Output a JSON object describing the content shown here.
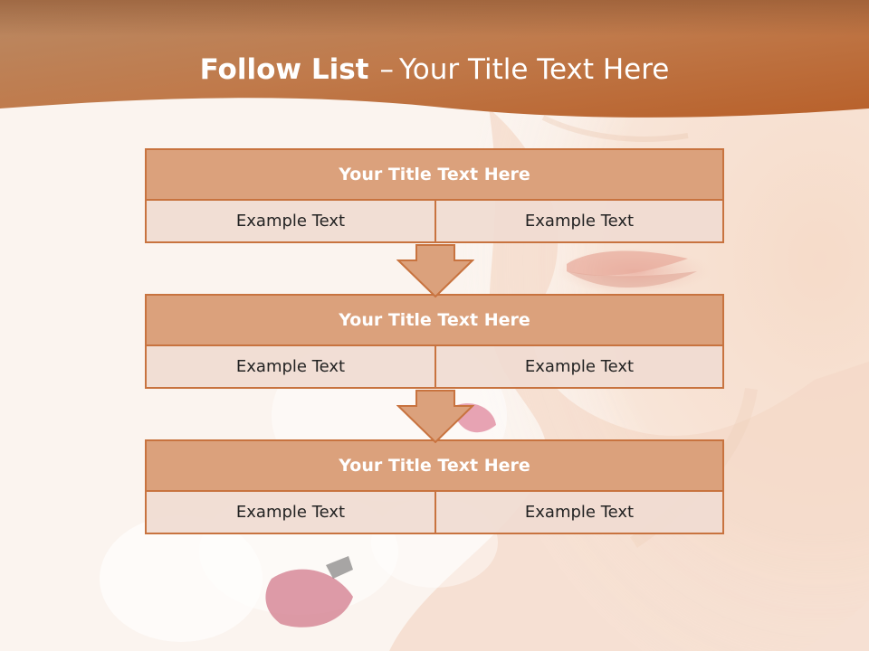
{
  "header": {
    "title_bold": "Follow List",
    "title_separator": "–",
    "title_rest": "Your Title Text Here"
  },
  "steps": [
    {
      "title": "Your Title Text Here",
      "left": "Example Text",
      "right": "Example Text"
    },
    {
      "title": "Your Title Text Here",
      "left": "Example Text",
      "right": "Example Text"
    },
    {
      "title": "Your Title Text Here",
      "left": "Example Text",
      "right": "Example Text"
    }
  ],
  "colors": {
    "header_band": "#c87a45",
    "box_title_fill": "#dba17c",
    "box_border": "#c8733f",
    "cell_fill": "#f0dbd2",
    "background": "#fbf4ef"
  }
}
